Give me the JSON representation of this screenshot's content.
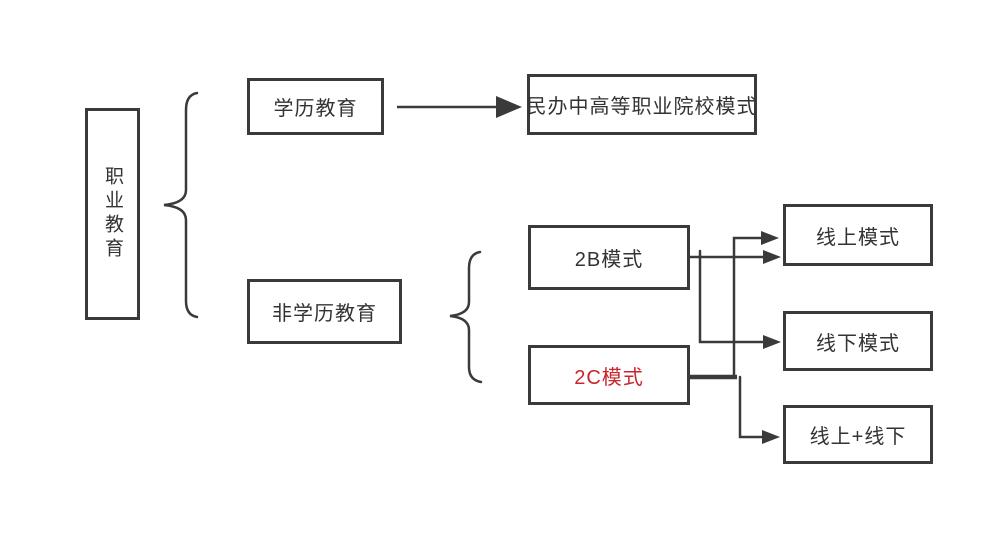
{
  "diagram": {
    "type": "flowchart",
    "nodes": {
      "root": {
        "label": "职业教育"
      },
      "degree": {
        "label": "学历教育"
      },
      "non_degree": {
        "label": "非学历教育"
      },
      "private_college": {
        "label": "民办中高等职业院校模式"
      },
      "b2b": {
        "label": "2B模式"
      },
      "b2c": {
        "label": "2C模式"
      },
      "online": {
        "label": "线上模式"
      },
      "offline": {
        "label": "线下模式"
      },
      "online_plus_offline": {
        "label": "线上+线下"
      }
    },
    "edges": [
      {
        "from": "职业教育",
        "to": "学历教育",
        "via": "brace"
      },
      {
        "from": "职业教育",
        "to": "非学历教育",
        "via": "brace"
      },
      {
        "from": "学历教育",
        "to": "民办中高等职业院校模式",
        "via": "arrow"
      },
      {
        "from": "非学历教育",
        "to": "2B模式",
        "via": "brace"
      },
      {
        "from": "非学历教育",
        "to": "2C模式",
        "via": "brace"
      },
      {
        "from": "2B模式",
        "to": "线上模式",
        "via": "arrow"
      },
      {
        "from": "2B模式",
        "to": "线下模式",
        "via": "arrow"
      },
      {
        "from": "2C模式",
        "to": "线上模式",
        "via": "arrow"
      },
      {
        "from": "2C模式",
        "to": "线上+线下",
        "via": "arrow"
      }
    ],
    "colors": {
      "line": "#3a3a3a",
      "text": "#333333",
      "highlight_text": "#c9252b",
      "background": "#ffffff"
    }
  }
}
